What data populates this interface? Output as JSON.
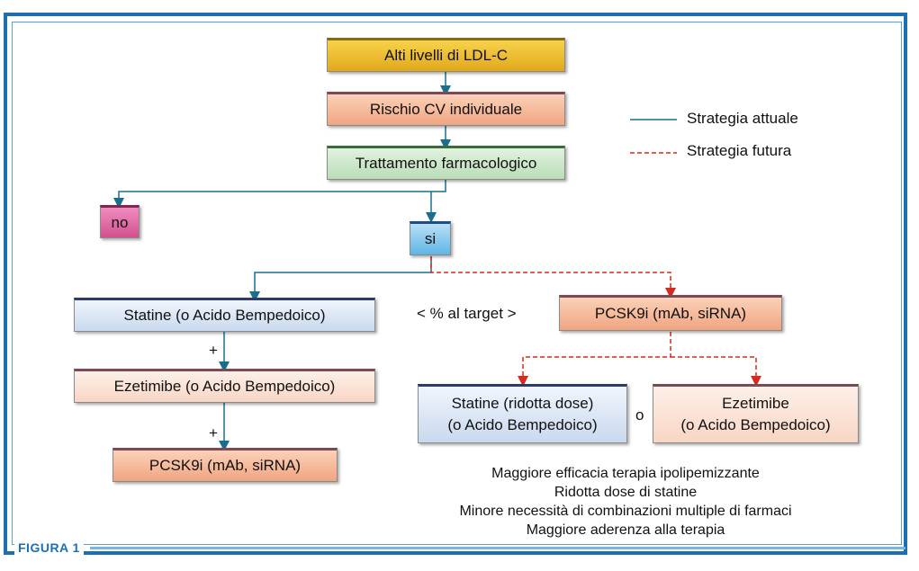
{
  "figure_label": "FIGURA 1",
  "nodes": {
    "alti_livelli": "Alti livelli di LDL-C",
    "rischio_cv": "Rischio CV individuale",
    "trattamento": "Trattamento farmacologico",
    "no": "no",
    "si": "si",
    "statine_left": "Statine (o Acido Bempedoico)",
    "ezetimibe_left": "Ezetimibe (o Acido Bempedoico)",
    "pcsk9i_left": "PCSK9i (mAb, siRNA)",
    "pcsk9i_right": "PCSK9i (mAb, siRNA)",
    "statine_ridotta_line1": "Statine (ridotta dose)",
    "statine_ridotta_line2": "(o Acido Bempedoico)",
    "ezetimibe_right_line1": "Ezetimibe",
    "ezetimibe_right_line2": "(o Acido Bempedoico)"
  },
  "labels": {
    "plus1": "+",
    "plus2": "+",
    "target": "< % al target >",
    "o": "o"
  },
  "legend": {
    "current": "Strategia attuale",
    "future": "Strategia futura",
    "current_color": "#1a6f8e",
    "future_color": "#d62a1e"
  },
  "benefits": [
    "Maggiore efficacia terapia ipolipemizzante",
    "Ridotta dose di statine",
    "Minore necessità di combinazioni multiple di farmaci",
    "Maggiore aderenza alla terapia"
  ]
}
